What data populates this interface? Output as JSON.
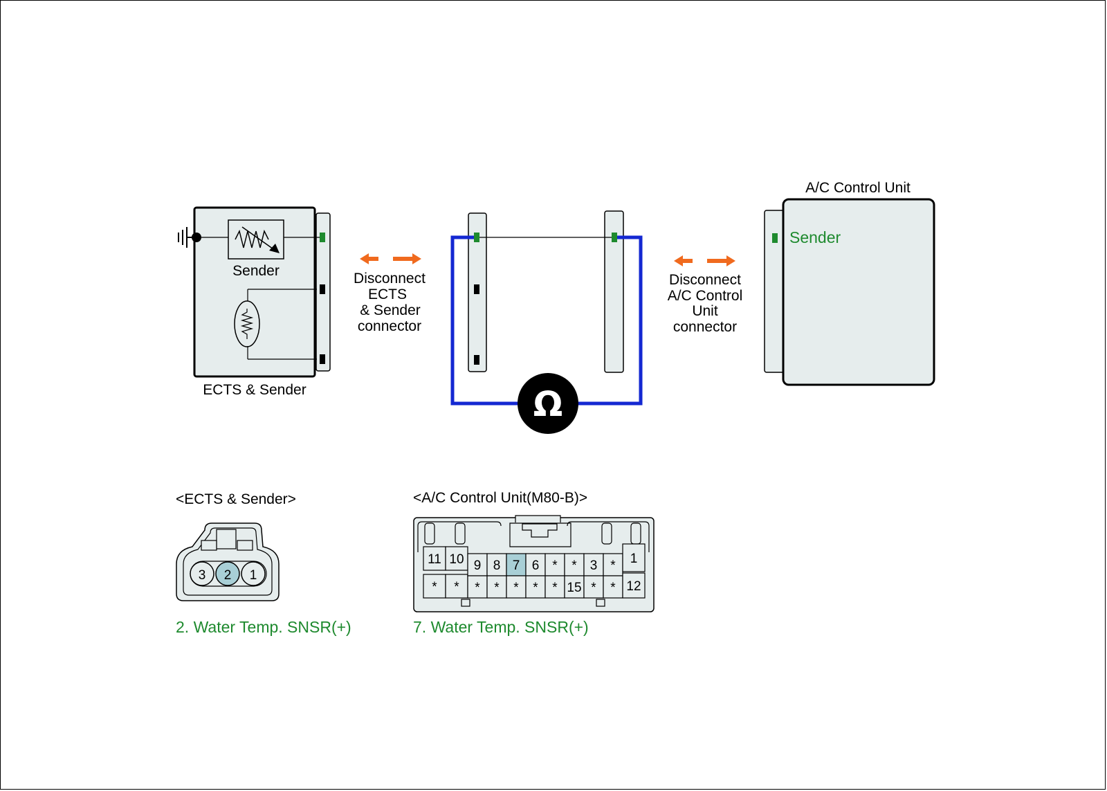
{
  "colors": {
    "panel_fill": "#e6eded",
    "panel_stroke": "#000000",
    "wire_blue": "#1428d2",
    "arrow_orange": "#f06a1e",
    "pin_green": "#1e8a2e",
    "pin_highlight": "#a8cfd6",
    "label_green": "#1e8a2e"
  },
  "diagram": {
    "ects_box": {
      "sender_label": "Sender",
      "caption": "ECTS & Sender"
    },
    "disconnect_left": {
      "lines": [
        "Disconnect",
        "ECTS",
        "& Sender",
        "connector"
      ]
    },
    "disconnect_right": {
      "lines": [
        "Disconnect",
        "A/C Control",
        "Unit",
        "connector"
      ]
    },
    "ohmmeter": {
      "symbol": "Ω",
      "icon": "ohmmeter-icon"
    },
    "ac_unit": {
      "title": "A/C Control Unit",
      "pin_label": "Sender"
    }
  },
  "connectors": {
    "ects": {
      "title": "<ECTS & Sender>",
      "pins": [
        "3",
        "2",
        "1"
      ],
      "highlighted_pin": "2",
      "caption": "2. Water Temp. SNSR(+)"
    },
    "ac": {
      "title": "<A/C Control Unit(M80-B)>",
      "top_row_left": [
        "11",
        "10"
      ],
      "top_row_mid": [
        "9",
        "8",
        "7",
        "6",
        "*",
        "*",
        "3",
        "*"
      ],
      "top_row_right": [
        "1"
      ],
      "bottom_row_left": [
        "*",
        "*"
      ],
      "bottom_row_mid": [
        "*",
        "*",
        "*",
        "*",
        "*",
        "15",
        "*",
        "*"
      ],
      "bottom_row_right": [
        "12"
      ],
      "highlighted_pin": "7",
      "caption": "7. Water Temp. SNSR(+)"
    }
  }
}
